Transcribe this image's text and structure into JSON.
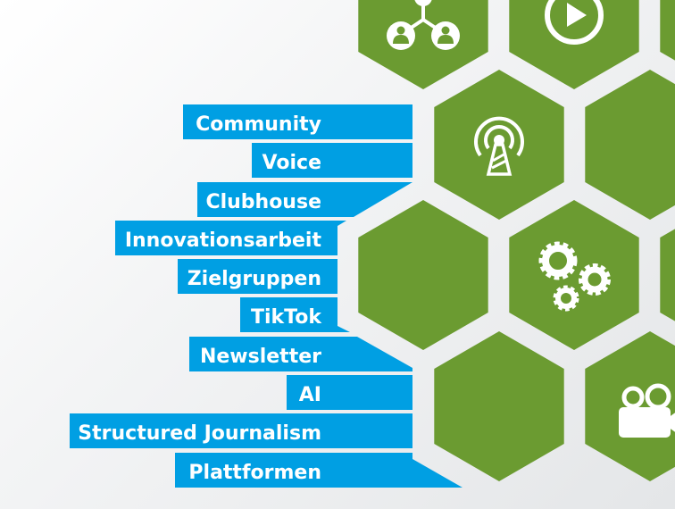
{
  "colors": {
    "bar": "#009fe3",
    "hex": "#6b9b31",
    "icon": "#ffffff"
  },
  "labels": [
    "Community",
    "Voice",
    "Clubhouse",
    "Innovationsarbeit",
    "Zielgruppen",
    "TikTok",
    "Newsletter",
    "AI",
    "Structured Journalism",
    "Plattformen"
  ],
  "hex_icons": [
    "network-people-icon",
    "play-icon",
    "antenna-icon",
    "gears-icon",
    "video-camera-icon"
  ]
}
